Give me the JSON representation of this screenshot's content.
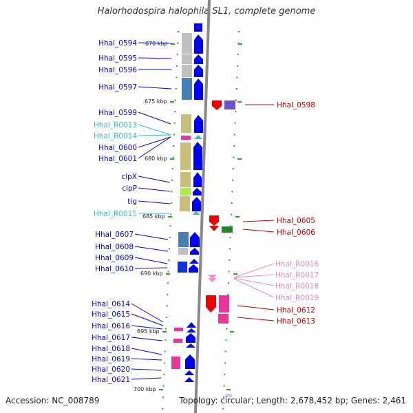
{
  "title": "Halorhodospira halophila SL1, complete genome",
  "footer": {
    "accession": "Accession: NC_008789",
    "topology": "Topology: circular; Length: 2,678,452 bp; Genes: 2,461"
  },
  "ticks": [
    "670 kbp",
    "675 kbp",
    "680 kbp",
    "685 kbp",
    "690 kbp",
    "695 kbp",
    "700 kbp"
  ],
  "colors": {
    "cds_forward": "#0000ee",
    "rna_label": "#33bbdd",
    "reverse_label": "#cc0000",
    "reverse_rna_label": "#ee88bb",
    "backbone": "#888888",
    "tick": "#22aa22"
  },
  "left_labels": [
    {
      "text": "Hhal_0594",
      "kind": "gene"
    },
    {
      "text": "Hhal_0595",
      "kind": "gene"
    },
    {
      "text": "Hhal_0596",
      "kind": "gene"
    },
    {
      "text": "Hhal_0597",
      "kind": "gene"
    },
    {
      "text": "Hhal_0599",
      "kind": "gene"
    },
    {
      "text": "Hhal_R0013",
      "kind": "rna"
    },
    {
      "text": "Hhal_R0014",
      "kind": "rna"
    },
    {
      "text": "Hhal_0600",
      "kind": "gene"
    },
    {
      "text": "Hhal_0601",
      "kind": "gene"
    },
    {
      "text": "clpX",
      "kind": "gene"
    },
    {
      "text": "clpP",
      "kind": "gene"
    },
    {
      "text": "tig",
      "kind": "gene"
    },
    {
      "text": "Hhal_R0015",
      "kind": "rna"
    },
    {
      "text": "Hhal_0607",
      "kind": "gene"
    },
    {
      "text": "Hhal_0608",
      "kind": "gene"
    },
    {
      "text": "Hhal_0609",
      "kind": "gene"
    },
    {
      "text": "Hhal_0610",
      "kind": "gene"
    },
    {
      "text": "Hhal_0614",
      "kind": "gene"
    },
    {
      "text": "Hhal_0615",
      "kind": "gene"
    },
    {
      "text": "Hhal_0616",
      "kind": "gene"
    },
    {
      "text": "Hhal_0617",
      "kind": "gene"
    },
    {
      "text": "Hhal_0618",
      "kind": "gene"
    },
    {
      "text": "Hhal_0619",
      "kind": "gene"
    },
    {
      "text": "Hhal_0620",
      "kind": "gene"
    },
    {
      "text": "Hhal_0621",
      "kind": "gene"
    }
  ],
  "right_labels": [
    {
      "text": "Hhal_0598",
      "kind": "gene"
    },
    {
      "text": "Hhal_0605",
      "kind": "gene"
    },
    {
      "text": "Hhal_0606",
      "kind": "gene"
    },
    {
      "text": "Hhal_R0016",
      "kind": "rna"
    },
    {
      "text": "Hhal_R0017",
      "kind": "rna"
    },
    {
      "text": "Hhal_R0018",
      "kind": "rna"
    },
    {
      "text": "Hhal_R0019",
      "kind": "rna"
    },
    {
      "text": "Hhal_0612",
      "kind": "gene"
    },
    {
      "text": "Hhal_0613",
      "kind": "gene"
    }
  ]
}
